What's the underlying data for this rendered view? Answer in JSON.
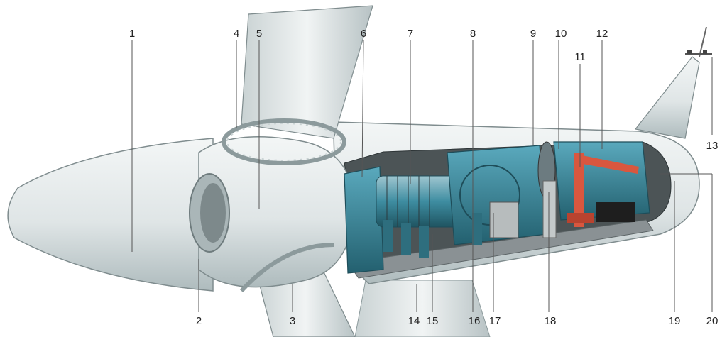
{
  "diagram": {
    "callouts": [
      {
        "id": "c1",
        "label": "1"
      },
      {
        "id": "c2",
        "label": "2"
      },
      {
        "id": "c3",
        "label": "3"
      },
      {
        "id": "c4",
        "label": "4"
      },
      {
        "id": "c5",
        "label": "5"
      },
      {
        "id": "c6",
        "label": "6"
      },
      {
        "id": "c7",
        "label": "7"
      },
      {
        "id": "c8",
        "label": "8"
      },
      {
        "id": "c9",
        "label": "9"
      },
      {
        "id": "c10",
        "label": "10"
      },
      {
        "id": "c11",
        "label": "11"
      },
      {
        "id": "c12",
        "label": "12"
      },
      {
        "id": "c13",
        "label": "13"
      },
      {
        "id": "c14",
        "label": "14"
      },
      {
        "id": "c15",
        "label": "15"
      },
      {
        "id": "c16",
        "label": "16"
      },
      {
        "id": "c17",
        "label": "17"
      },
      {
        "id": "c18",
        "label": "18"
      },
      {
        "id": "c19",
        "label": "19"
      },
      {
        "id": "c20",
        "label": "20"
      }
    ],
    "colors": {
      "shell": "#dfe5e6",
      "shell_shade": "#b9c4c6",
      "machinery": "#3c8fa6",
      "machinery_dark": "#23606f",
      "crane": "#d9573f",
      "floor": "#8a9194",
      "leader": "#555555"
    }
  }
}
